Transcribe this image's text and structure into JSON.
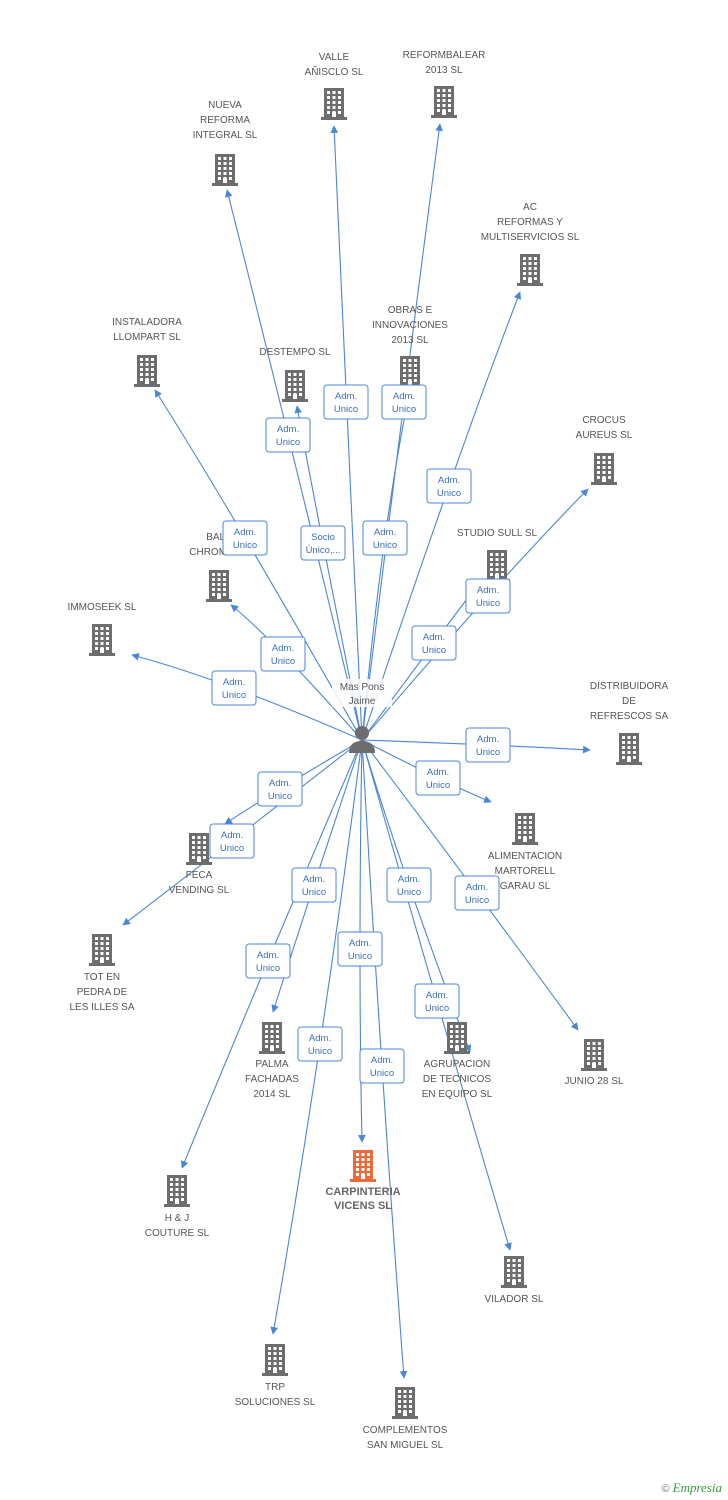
{
  "person": {
    "label": [
      "Mas Pons",
      "Jaime"
    ]
  },
  "colors": {
    "edge": "#4a86d6",
    "company": "#6d6d6d",
    "focus": "#ee6a3a",
    "person": "#6d6d6d"
  },
  "icons": {
    "company": "building-icon",
    "person": "person-icon"
  },
  "companies": [
    {
      "id": "valle",
      "label": [
        "VALLE",
        "AÑISCLO SL"
      ]
    },
    {
      "id": "reformbalear",
      "label": [
        "REFORMBALEAR",
        "2013 SL"
      ]
    },
    {
      "id": "nueva",
      "label": [
        "NUEVA",
        "REFORMA",
        "INTEGRAL SL"
      ]
    },
    {
      "id": "ac",
      "label": [
        "AC",
        "REFORMAS Y",
        "MULTISERVICIOS SL"
      ]
    },
    {
      "id": "instaladora",
      "label": [
        "INSTALADORA",
        "LLOMPART  SL"
      ]
    },
    {
      "id": "destempo",
      "label": [
        "DESTEMPO SL"
      ]
    },
    {
      "id": "obras",
      "label": [
        "OBRAS E",
        "INNOVACIONES",
        "2013 SL"
      ]
    },
    {
      "id": "crocus",
      "label": [
        "CROCUS",
        "AUREUS SL"
      ]
    },
    {
      "id": "bale",
      "label": [
        "BALE",
        "CHROME SL"
      ]
    },
    {
      "id": "studio",
      "label": [
        "STUDIO SULL SL"
      ]
    },
    {
      "id": "immoseek",
      "label": [
        "IMMOSEEK SL"
      ]
    },
    {
      "id": "distribuidora",
      "label": [
        "DISTRIBUIDORA",
        "DE",
        "REFRESCOS SA"
      ]
    },
    {
      "id": "alimentacion",
      "label": [
        "ALIMENTACION",
        "MARTORELL",
        "GARAU  SL"
      ]
    },
    {
      "id": "feca",
      "label": [
        "FECA",
        "VENDING  SL"
      ]
    },
    {
      "id": "tot",
      "label": [
        "TOT EN",
        "PEDRA DE",
        "LES ILLES SA"
      ]
    },
    {
      "id": "palma",
      "label": [
        "PALMA",
        "FACHADAS",
        "2014  SL"
      ]
    },
    {
      "id": "agrupacion",
      "label": [
        "AGRUPACION",
        "DE TECNICOS",
        "EN EQUIPO SL"
      ]
    },
    {
      "id": "junio",
      "label": [
        "JUNIO 28 SL"
      ]
    },
    {
      "id": "carpinteria",
      "label": [
        "CARPINTERIA",
        "VICENS SL"
      ],
      "focus": true
    },
    {
      "id": "hj",
      "label": [
        "H & J",
        "COUTURE  SL"
      ]
    },
    {
      "id": "vilador",
      "label": [
        "VILADOR SL"
      ]
    },
    {
      "id": "trp",
      "label": [
        "TRP",
        "SOLUCIONES  SL"
      ]
    },
    {
      "id": "complementos",
      "label": [
        "COMPLEMENTOS",
        "SAN MIGUEL SL"
      ]
    }
  ],
  "edges": [
    {
      "to": "valle",
      "label": [
        "Adm.",
        "Unico"
      ]
    },
    {
      "to": "reformbalear",
      "label": [
        "Adm.",
        "Unico"
      ]
    },
    {
      "to": "nueva",
      "label": [
        "Adm.",
        "Unico"
      ]
    },
    {
      "to": "ac",
      "label": [
        "Adm.",
        "Unico"
      ]
    },
    {
      "to": "instaladora",
      "label": [
        "Adm.",
        "Unico"
      ]
    },
    {
      "to": "destempo",
      "label": [
        "Socio",
        "Único,..."
      ]
    },
    {
      "to": "obras",
      "label": [
        "Adm.",
        "Unico"
      ]
    },
    {
      "to": "crocus",
      "label": [
        "Adm.",
        "Unico"
      ]
    },
    {
      "to": "bale",
      "label": [
        "Adm.",
        "Unico"
      ]
    },
    {
      "to": "studio",
      "label": [
        "Adm.",
        "Unico"
      ]
    },
    {
      "to": "immoseek",
      "label": [
        "Adm.",
        "Unico"
      ]
    },
    {
      "to": "distribuidora",
      "label": [
        "Adm.",
        "Unico"
      ]
    },
    {
      "to": "alimentacion",
      "label": [
        "Adm.",
        "Unico"
      ]
    },
    {
      "to": "feca",
      "label": [
        "Adm.",
        "Unico"
      ]
    },
    {
      "to": "tot",
      "label": [
        "Adm.",
        "Unico"
      ]
    },
    {
      "to": "palma",
      "label": [
        "Adm.",
        "Unico"
      ]
    },
    {
      "to": "agrupacion",
      "label": [
        "Adm.",
        "Unico"
      ]
    },
    {
      "to": "junio",
      "label": [
        "Adm.",
        "Unico"
      ]
    },
    {
      "to": "carpinteria",
      "label": [
        "Adm.",
        "Unico"
      ]
    },
    {
      "to": "hj",
      "label": [
        "Adm.",
        "Unico"
      ]
    },
    {
      "to": "vilador",
      "label": [
        "Adm.",
        "Unico"
      ]
    },
    {
      "to": "trp",
      "label": [
        "Adm.",
        "Unico"
      ]
    },
    {
      "to": "complementos",
      "label": [
        "Adm.",
        "Unico"
      ]
    }
  ],
  "footer": {
    "copyright": "©",
    "brand": "Empresia"
  }
}
